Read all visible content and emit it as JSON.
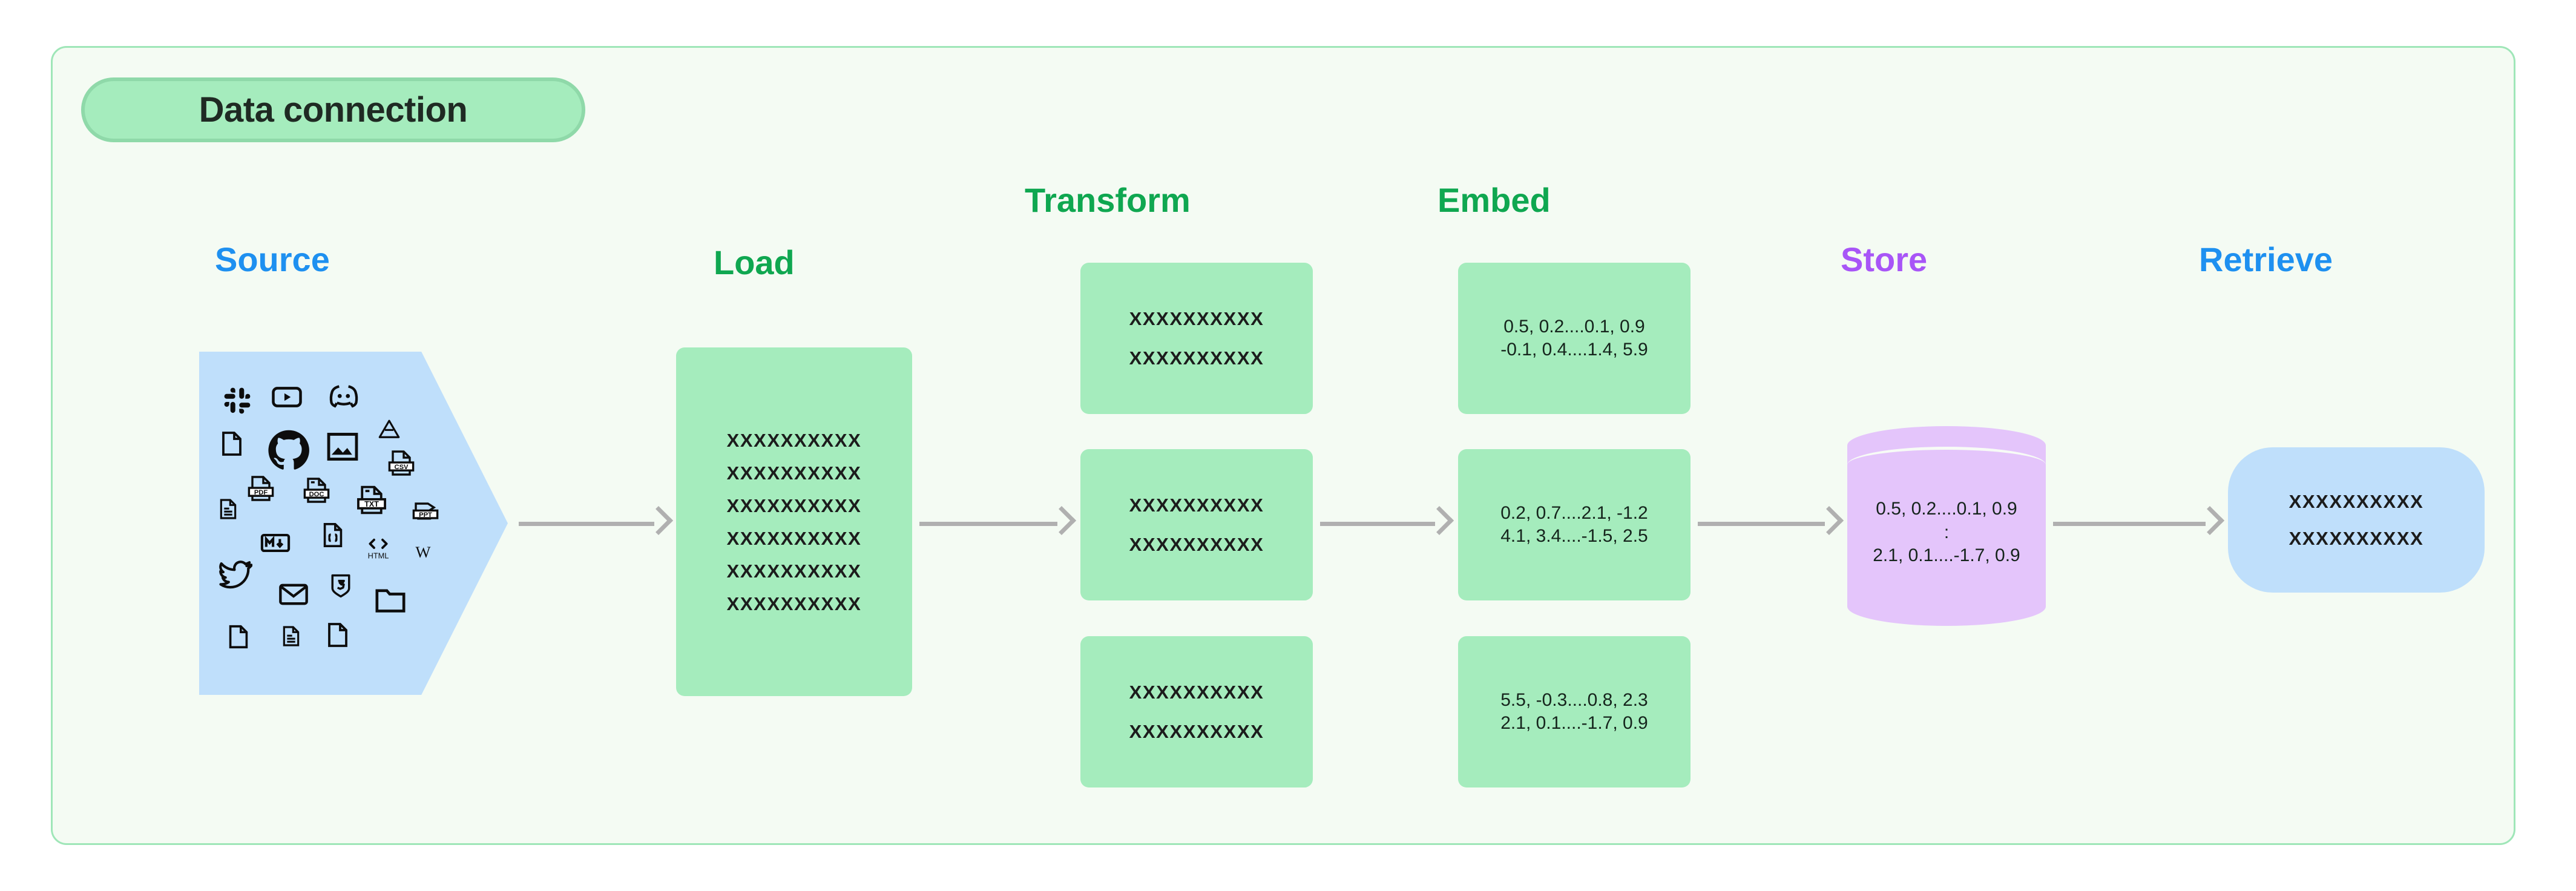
{
  "diagram": {
    "title": "Data connection",
    "colors": {
      "panel_background": "#f4fbf3",
      "panel_border": "#9fe6b8",
      "green_fill": "#a5ecbd",
      "blue_fill": "#bfdffb",
      "purple_fill": "#e4c5fb",
      "arrow_gray": "#b0b0b0",
      "heading_blue": "#1e90f0",
      "heading_green": "#0fa750",
      "heading_purple": "#a855f7"
    }
  },
  "stages": {
    "source": {
      "heading": "Source",
      "heading_color": "#1e90f0",
      "icons": [
        "slack-icon",
        "youtube-icon",
        "discord-icon",
        "file-blank-icon",
        "github-icon",
        "image-icon",
        "google-drive-icon",
        "csv-file-icon",
        "document-lines-icon",
        "pdf-file-icon",
        "doc-file-icon",
        "txt-file-icon",
        "ppt-file-icon",
        "markdown-icon",
        "json-file-icon",
        "html-icon",
        "wikipedia-icon",
        "twitter-icon",
        "email-icon",
        "css3-icon",
        "folder-icon",
        "file-blank-icon-2",
        "document-lines-icon-2",
        "file-blank-icon-3"
      ]
    },
    "load": {
      "heading": "Load",
      "heading_color": "#0fa750",
      "lines": [
        "XXXXXXXXXX",
        "XXXXXXXXXX",
        "XXXXXXXXXX",
        "XXXXXXXXXX",
        "XXXXXXXXXX",
        "XXXXXXXXXX"
      ]
    },
    "transform": {
      "heading": "Transform",
      "heading_color": "#0fa750",
      "boxes": [
        {
          "lines": [
            "XXXXXXXXXX",
            "XXXXXXXXXX"
          ]
        },
        {
          "lines": [
            "XXXXXXXXXX",
            "XXXXXXXXXX"
          ]
        },
        {
          "lines": [
            "XXXXXXXXXX",
            "XXXXXXXXXX"
          ]
        }
      ]
    },
    "embed": {
      "heading": "Embed",
      "heading_color": "#0fa750",
      "boxes": [
        {
          "lines": [
            "0.5, 0.2....0.1, 0.9",
            "-0.1, 0.4....1.4, 5.9"
          ]
        },
        {
          "lines": [
            "0.2, 0.7....2.1, -1.2",
            "4.1, 3.4....-1.5, 2.5"
          ]
        },
        {
          "lines": [
            "5.5, -0.3....0.8, 2.3",
            "2.1, 0.1....-1.7, 0.9"
          ]
        }
      ]
    },
    "store": {
      "heading": "Store",
      "heading_color": "#a855f7",
      "lines": [
        "0.5, 0.2....0.1, 0.9",
        ":",
        "2.1, 0.1....-1.7, 0.9"
      ]
    },
    "retrieve": {
      "heading": "Retrieve",
      "heading_color": "#1e90f0",
      "lines": [
        "XXXXXXXXXX",
        "XXXXXXXXXX"
      ]
    }
  },
  "connectors": [
    {
      "from": "source",
      "to": "load",
      "name": "arrow-source-load"
    },
    {
      "from": "load",
      "to": "transform",
      "name": "arrow-load-transform"
    },
    {
      "from": "transform",
      "to": "embed",
      "name": "arrow-transform-embed"
    },
    {
      "from": "embed",
      "to": "store",
      "name": "arrow-embed-store"
    },
    {
      "from": "store",
      "to": "retrieve",
      "name": "arrow-store-retrieve"
    }
  ]
}
